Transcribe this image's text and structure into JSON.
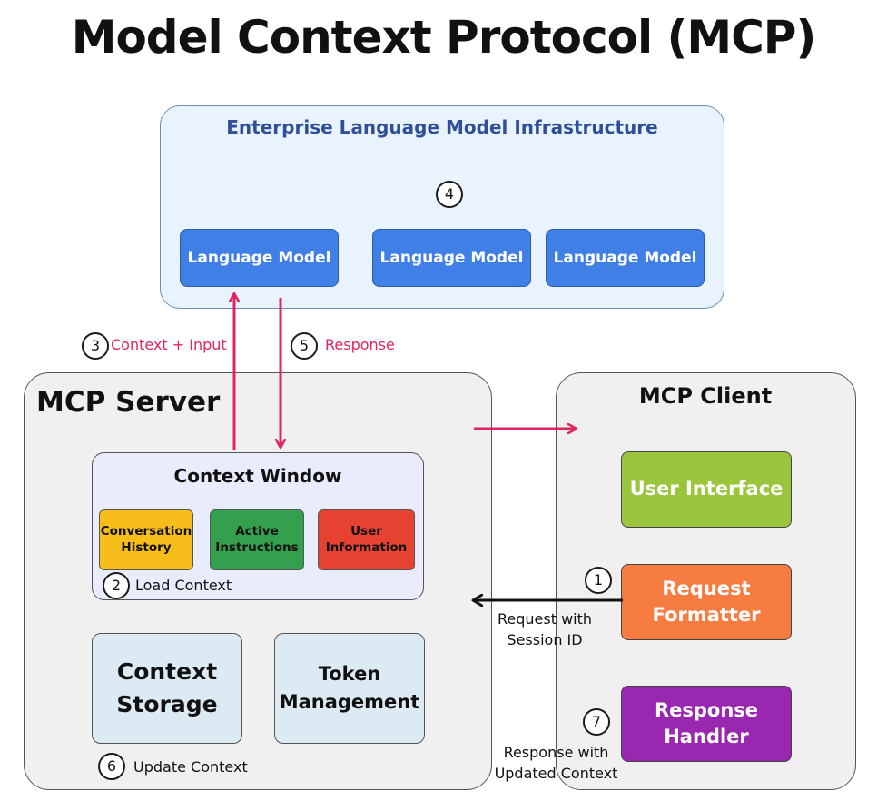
{
  "title": "Model Context Protocol (MCP)",
  "infrastructure": {
    "title": "Enterprise Language Model Infrastructure",
    "step": "4",
    "models": [
      "Language Model",
      "Language Model",
      "Language Model"
    ]
  },
  "flows": {
    "context_input": {
      "step": "3",
      "label": "Context + Input"
    },
    "response": {
      "step": "5",
      "label": "Response"
    },
    "request_with_session": {
      "label_line1": "Request with",
      "label_line2": "Session ID"
    },
    "response_with_context": {
      "step": "7",
      "label_line1": "Response with",
      "label_line2": "Updated Context"
    }
  },
  "server": {
    "title": "MCP Server",
    "context_window": {
      "title": "Context Window",
      "items": [
        {
          "line1": "Conversation",
          "line2": "History",
          "color": "#f7bd1a"
        },
        {
          "line1": "Active",
          "line2": "Instructions",
          "color": "#34a04d"
        },
        {
          "line1": "User",
          "line2": "Information",
          "color": "#e64232"
        }
      ],
      "load_step": "2",
      "load_label": "Load Context"
    },
    "storage": {
      "line1": "Context",
      "line2": "Storage"
    },
    "token": {
      "line1": "Token",
      "line2": "Management"
    },
    "update_step": "6",
    "update_label": "Update Context"
  },
  "client": {
    "title": "MCP Client",
    "user_interface": {
      "label": "User Interface",
      "color": "#9bc53d"
    },
    "request_formatter": {
      "step": "1",
      "line1": "Request",
      "line2": "Formatter",
      "color": "#f77c41"
    },
    "response_handler": {
      "line1": "Response",
      "line2": "Handler",
      "color": "#9a27b0"
    }
  }
}
